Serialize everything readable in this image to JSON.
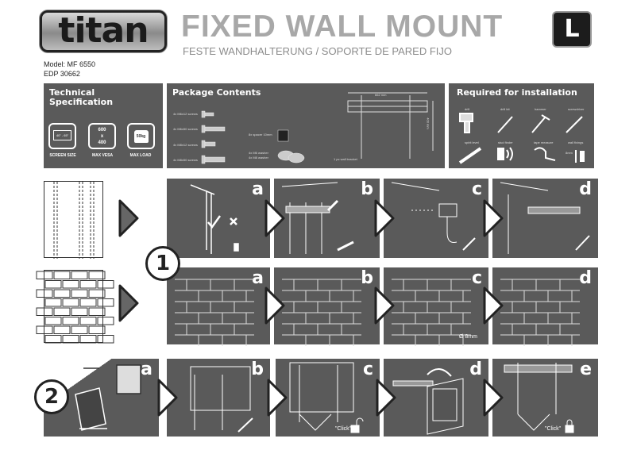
{
  "header": {
    "logo": "titan",
    "title": "FIXED WALL MOUNT",
    "subtitle": "FESTE WANDHALTERUNG / SOPORTE DE PARED FIJO",
    "size_badge": "L",
    "model": "Model: MF 6550",
    "edp": "EDP 30662"
  },
  "tech_spec": {
    "title_line1": "Technical",
    "title_line2": "Specification",
    "screen_size": "40\" - 65\"",
    "screen_size_label": "SCREEN SIZE",
    "vesa_top": "600",
    "vesa_x": "x",
    "vesa_bottom": "400",
    "vesa_label": "MAX VESA",
    "load": "50kg",
    "load_label": "MAX LOAD"
  },
  "package": {
    "title": "Package Contents",
    "items": [
      "4x M6x12 screws",
      "4x M6x50 screws",
      "4x M8x12 screws",
      "4x M8x50 screws",
      "8x spacer 10mm",
      "4x M6 washer",
      "4x M8 washer",
      "1 pc wall bracket"
    ],
    "width_dim": "662 mm",
    "height_dim": "400 mm"
  },
  "required": {
    "title": "Required for installation",
    "tools": [
      "drill",
      "drill bit",
      "hammer",
      "screwdriver",
      "spirit level",
      "stud finder",
      "tape measure",
      "wall fixings"
    ],
    "fixing_size": "8mm"
  },
  "step1": {
    "number": "1",
    "wood_steps": [
      "a",
      "b",
      "c",
      "d"
    ],
    "brick_steps": [
      "a",
      "b",
      "c",
      "d"
    ],
    "drill_diameter": "Ø 8mm"
  },
  "step2": {
    "number": "2",
    "steps": [
      "a",
      "b",
      "c",
      "d",
      "e"
    ],
    "click": "\"Click\""
  },
  "colors": {
    "panel": "#5a5a5a",
    "title_gray": "#a8a8a8"
  }
}
